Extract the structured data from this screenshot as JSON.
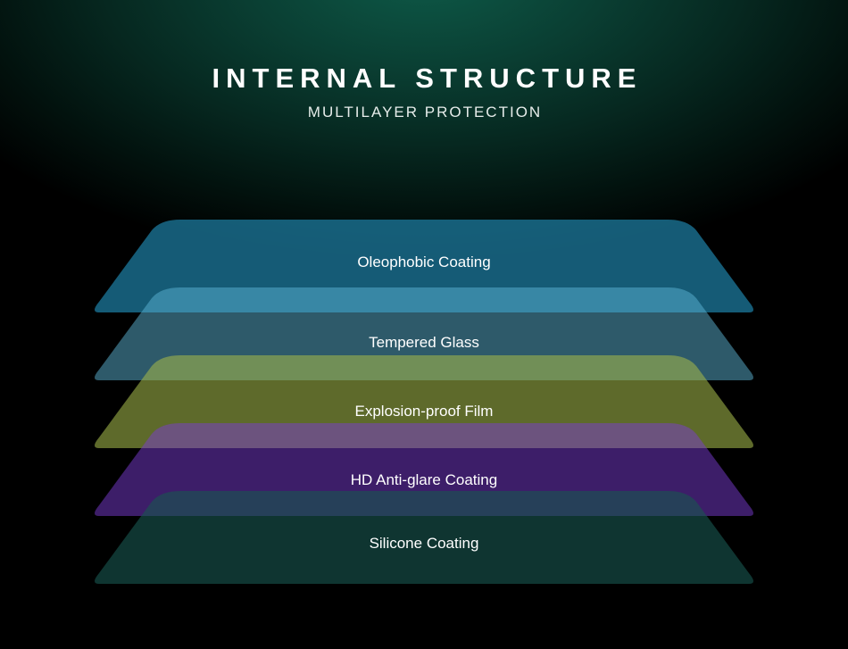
{
  "header": {
    "title": "INTERNAL STRUCTURE",
    "subtitle": "MULTILAYER PROTECTION"
  },
  "layers": [
    {
      "label": "Oleophobic Coating",
      "color": "#1d7ea3"
    },
    {
      "label": "Tempered Glass",
      "color": "#5cb3d3"
    },
    {
      "label": "Explosion-proof Film",
      "color": "#a2b64a"
    },
    {
      "label": "HD Anti-glare Coating",
      "color": "#7a3cd2"
    },
    {
      "label": "Silicone Coating",
      "color": "#19554f"
    }
  ]
}
